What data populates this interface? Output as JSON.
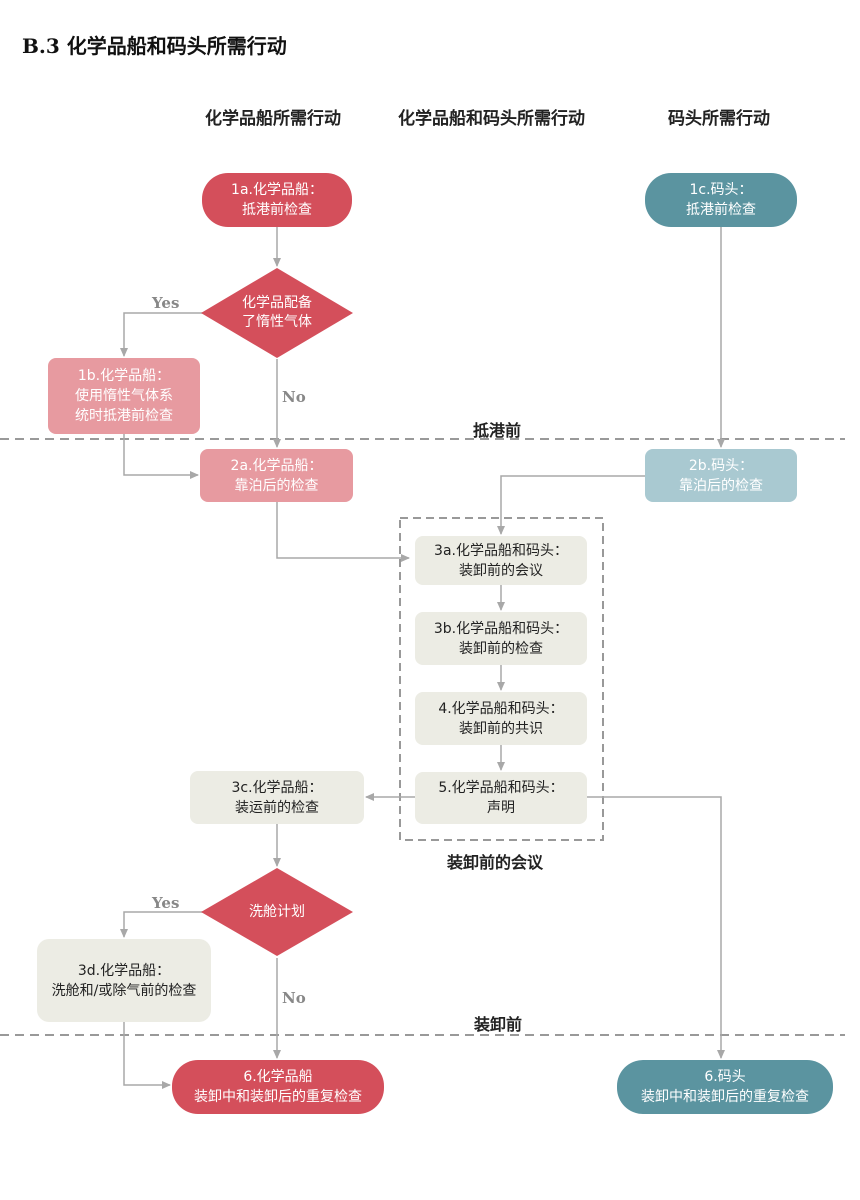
{
  "title": "B.3  化学品船和码头所需行动",
  "columns": {
    "ship": "化学品船所需行动",
    "both": "化学品船和码头所需行动",
    "terminal": "码头所需行动"
  },
  "nodes": {
    "n1a": {
      "line1": "1a.化学品船：",
      "line2": "抵港前检查"
    },
    "n1c": {
      "line1": "1c.码头：",
      "line2": "抵港前检查"
    },
    "d1": {
      "line1": "化学品配备",
      "line2": "了惰性气体"
    },
    "n1b": {
      "line1": "1b.化学品船：",
      "line2": "使用惰性气体系",
      "line3": "统时抵港前检查"
    },
    "n2a": {
      "line1": "2a.化学品船：",
      "line2": "靠泊后的检查"
    },
    "n2b": {
      "line1": "2b.码头：",
      "line2": "靠泊后的检查"
    },
    "n3a": {
      "line1": "3a.化学品船和码头：",
      "line2": "装卸前的会议"
    },
    "n3b": {
      "line1": "3b.化学品船和码头：",
      "line2": "装卸前的检查"
    },
    "n4": {
      "line1": "4.化学品船和码头：",
      "line2": "装卸前的共识"
    },
    "n5": {
      "line1": "5.化学品船和码头：",
      "line2": "声明"
    },
    "n3c": {
      "line1": "3c.化学品船：",
      "line2": "装运前的检查"
    },
    "d2": {
      "line1": "洗舱计划"
    },
    "n3d": {
      "line1": "3d.化学品船：",
      "line2": "洗舱和/或除气前的检查"
    },
    "n6a": {
      "line1": "6.化学品船",
      "line2": "装卸中和装卸后的重复检查"
    },
    "n6b": {
      "line1": "6.码头",
      "line2": "装卸中和装卸后的重复检查"
    }
  },
  "labels": {
    "yes1": "Yes",
    "no1": "No",
    "yes2": "Yes",
    "no2": "No"
  },
  "zones": {
    "arrival": "抵港前",
    "meeting": "装卸前的会议",
    "before_loading": "装卸前"
  },
  "colors": {
    "red": "#d44f5b",
    "pink": "#e79aa0",
    "teal": "#5b94a0",
    "light_teal": "#a9c9d1",
    "grey": "#ecece4",
    "connector": "#a8a8a8",
    "dashed": "#999999"
  }
}
